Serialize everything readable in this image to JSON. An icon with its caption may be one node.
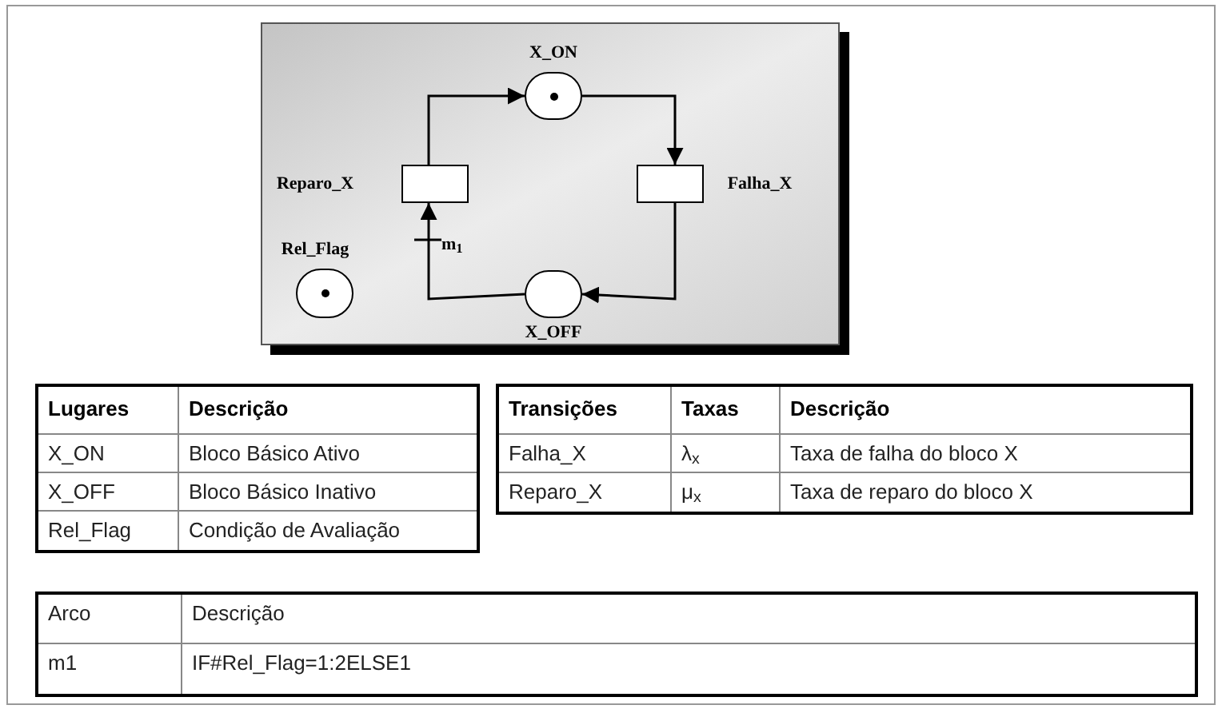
{
  "diagram": {
    "nodes": [
      {
        "text": [
          "X_ON"
        ]
      },
      {
        "text": [
          "Falha_X"
        ]
      },
      {
        "text": [
          "X_OFF"
        ]
      },
      {
        "text": [
          "Reparo_X"
        ]
      },
      {
        "text": [
          "Rel_Flag"
        ]
      }
    ],
    "edges": [
      {
        "from": 3,
        "to": 0,
        "arrow": "to"
      },
      {
        "from": 0,
        "to": 1,
        "arrow": "to"
      },
      {
        "from": 1,
        "to": 2,
        "arrow": "to"
      },
      {
        "from": 2,
        "to": 3,
        "arrow": "to",
        "label": "m$_{1}$"
      }
    ],
    "labels": [
      "Lugares",
      "Descrição",
      "X_ON",
      "Bloco Básico Ativo",
      "X_OFF",
      "Bloco Básico Inativo",
      "Rel_Flag",
      "Condição de Avaliação",
      "Transições",
      "Taxas",
      "Descrição",
      "Falha_X",
      "λ$_{x}$",
      "Taxa de falha do bloco X",
      "Reparo_X",
      "μ$_{x}$",
      "Taxa de reparo do bloco X",
      "Arco",
      "Descrição",
      "m1",
      "IF#Rel_Flag=1:2ELSE1"
    ]
  }
}
